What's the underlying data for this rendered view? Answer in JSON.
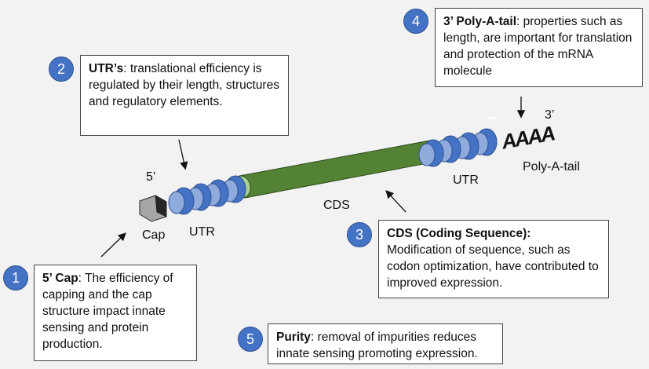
{
  "labels": {
    "five_prime": "5’",
    "three_prime": "3’",
    "cap": "Cap",
    "utr_left": "UTR",
    "cds": "CDS",
    "utr_right": "UTR",
    "polya_seq": "AAAA",
    "polya": "Poly-A-tail"
  },
  "callouts": [
    {
      "number": "1",
      "title": "5’ Cap",
      "text": ": The efficiency of capping and the cap structure impact innate sensing and protein production."
    },
    {
      "number": "2",
      "title": "UTR’s",
      "text": ": translational efficiency is regulated by their length, structures and regulatory elements."
    },
    {
      "number": "3",
      "title": "CDS (Coding Sequence):",
      "text": "Modification of sequence, such as codon optimization, have contributed to improved expression."
    },
    {
      "number": "4",
      "title": "3’ Poly-A-tail",
      "text": ": properties such as length, are important for translation and protection of the mRNA molecule"
    },
    {
      "number": "5",
      "title": "Purity",
      "text": ": removal of impurities reduces innate sensing promoting expression."
    }
  ],
  "colors": {
    "badge": "#4472c4",
    "utr_fill": "#4472c4",
    "utr_light": "#8faadc",
    "cds_fill": "#548235",
    "cds_light": "#a9d18e",
    "cap_fill": "#a6a6a6"
  }
}
